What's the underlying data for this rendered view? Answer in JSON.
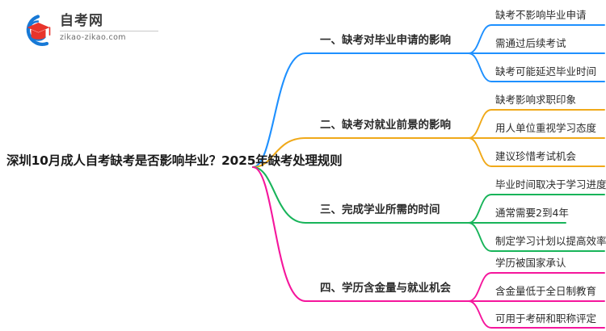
{
  "logo": {
    "icon": "graduation-cap-logo-icon",
    "name_cn": "自考网",
    "url": "zikao-zikao.com",
    "ring_color": "#1779d6",
    "cap_color": "#e8342b"
  },
  "mindmap": {
    "root": {
      "label": "深圳10月成人自考缺考是否影响毕业？2025年缺考处理规则"
    },
    "branches": [
      {
        "label": "一、缺考对毕业申请的影响",
        "color": "#1E90FF",
        "leaves": [
          {
            "label": "缺考不影响毕业申请"
          },
          {
            "label": "需通过后续考试"
          },
          {
            "label": "缺考可能延迟毕业时间"
          }
        ]
      },
      {
        "label": "二、缺考对就业前景的影响",
        "color": "#F0A919",
        "leaves": [
          {
            "label": "缺考影响求职印象"
          },
          {
            "label": "用人单位重视学习态度"
          },
          {
            "label": "建议珍惜考试机会"
          }
        ]
      },
      {
        "label": "三、完成学业所需的时间",
        "color": "#18B45A",
        "leaves": [
          {
            "label": "毕业时间取决于学习进度"
          },
          {
            "label": "通常需要2到4年"
          },
          {
            "label": "制定学习计划以提高效率"
          }
        ]
      },
      {
        "label": "四、学历含金量与就业机会",
        "color": "#F5169C",
        "leaves": [
          {
            "label": "学历被国家承认"
          },
          {
            "label": "含金量低于全日制教育"
          },
          {
            "label": "可用于考研和职称评定"
          }
        ]
      }
    ]
  }
}
